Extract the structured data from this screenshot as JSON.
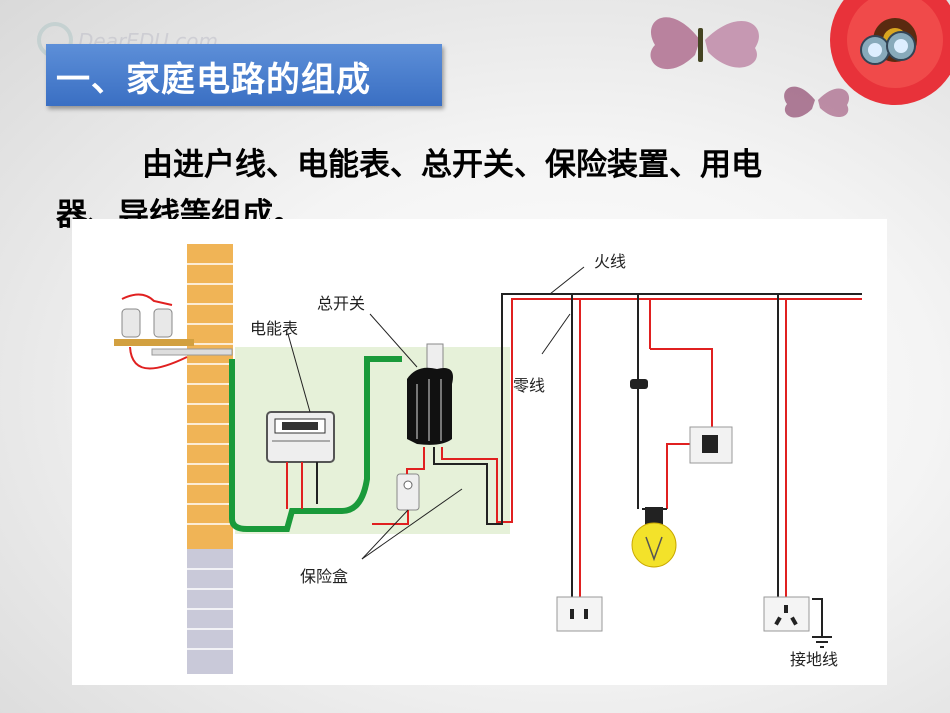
{
  "title": "一、家庭电路的组成",
  "body": {
    "line1": "由进户线、电能表、总开关、保险装置、用电",
    "line2": "器、导线等组成。"
  },
  "diagram": {
    "labels": {
      "live_wire": "火线",
      "main_switch": "总开关",
      "meter": "电能表",
      "neutral_wire": "零线",
      "fuse_box": "保险盒",
      "ground_wire": "接地线"
    }
  },
  "watermark": "DearEDU.com",
  "colors": {
    "title_bg": "#4a7fcf",
    "wire_red": "#e02020",
    "wire_black": "#222222",
    "wire_green": "#1a9a3a",
    "panel_green": "#e6f1d9"
  }
}
